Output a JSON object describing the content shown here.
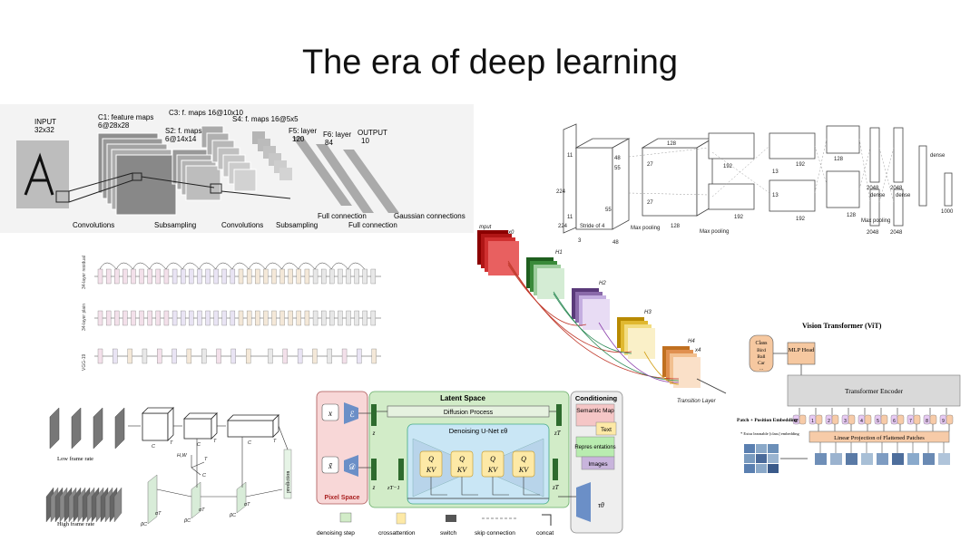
{
  "slide": {
    "title": "The era of deep learning"
  },
  "lenet": {
    "labels": {
      "input": "INPUT",
      "input_size": "32x32",
      "c1": "C1: feature maps",
      "c1_size": "6@28x28",
      "s2": "S2: f. maps",
      "s2_size": "6@14x14",
      "c3": "C3: f. maps 16@10x10",
      "s4": "S4: f. maps 16@5x5",
      "f5": "F5: layer",
      "f5_size": "120",
      "f6": "F6: layer",
      "f6_size": "84",
      "output": "OUTPUT",
      "output_size": "10"
    },
    "bottom": [
      "Convolutions",
      "Subsampling",
      "Convolutions",
      "Subsampling",
      "Full connection",
      "Full connection",
      "Gaussian connections"
    ]
  },
  "alexnet": {
    "labels": {
      "dims_224": "224",
      "dims_224b": "224",
      "dims_11": "11",
      "dims_11b": "11",
      "stride": "Stride of 4",
      "three": "3",
      "dims_55": "55",
      "dims_55b": "55",
      "d48": "48",
      "d48b": "48",
      "d128": "128",
      "d128b": "128",
      "d192": "192",
      "d192b": "192",
      "d192c": "192",
      "d192d": "192",
      "d128c": "128",
      "d128d": "128",
      "d13": "13",
      "d13b": "13",
      "d27": "27",
      "d27b": "27",
      "d2048": "2048",
      "d2048b": "2048",
      "d2048c": "2048",
      "d2048d": "2048",
      "d1000": "1000",
      "maxpool1": "Max pooling",
      "maxpool2": "Max pooling",
      "maxpool3": "Max pooling",
      "dense1": "dense",
      "dense2": "dense",
      "dense3": "dense"
    }
  },
  "resnet": {
    "row_labels": [
      "34-layer residual",
      "34-layer plain",
      "VGG-19"
    ]
  },
  "densenet": {
    "labels": {
      "input": "Input",
      "h1": "H1",
      "h2": "H2",
      "h3": "H3",
      "h4": "H4",
      "x0": "x0",
      "x4": "x4",
      "transition": "Transition Layer"
    }
  },
  "vit": {
    "title": "Vision Transformer (ViT)",
    "class_box": {
      "title": "Class",
      "items": [
        "Bird",
        "Ball",
        "Car",
        "..."
      ]
    },
    "mlp_head": "MLP Head",
    "encoder": "Transformer Encoder",
    "patch_label": "Patch + Position Embedding",
    "patch_note": "* Extra learnable [class] embedding",
    "linear_proj": "Linear Projection of Flattened Patches",
    "tokens": [
      "0*",
      "1",
      "2",
      "3",
      "4",
      "5",
      "6",
      "7",
      "8",
      "9"
    ]
  },
  "video": {
    "low_frame": "Low frame rate",
    "high_frame": "High frame rate",
    "prediction": "prediction",
    "axes": {
      "hw": "H,W",
      "t": "T",
      "c": "C"
    },
    "labels": {
      "c1": "C",
      "t1": "T",
      "c2": "C",
      "t2": "T",
      "c3": "C",
      "t3": "T",
      "bc1": "βC",
      "at1": "αT",
      "bc2": "βC",
      "at2": "αT",
      "bc3": "βC",
      "at3": "αT"
    }
  },
  "ldm": {
    "latent_space": "Latent Space",
    "diffusion_process": "Diffusion Process",
    "denoising_unet": "Denoising U-Net εθ",
    "pixel_space": "Pixel Space",
    "conditioning": "Conditioning",
    "cond_items": [
      "Semantic Map",
      "Text",
      "Repres entations",
      "Images"
    ],
    "x": "x",
    "x_tilde": "x̃",
    "enc": "ℰ",
    "dec": "𝒟",
    "z": "z",
    "zT": "zT",
    "zT2": "zT",
    "zT1": "zT−1",
    "tau": "τθ",
    "qkv": [
      "Q K V",
      "Q K V",
      "Q K V",
      "Q K V"
    ],
    "legend": [
      "denoising step",
      "crossattention",
      "switch",
      "skip connection",
      "concat"
    ]
  },
  "colors": {
    "pixel_bg": "#f8d7d7",
    "latent_bg": "#d2ecc8",
    "unet_bg": "#c9e6f5",
    "semantic": "#f5c6c6",
    "text": "#fde9a6",
    "repres": "#b9ecb0",
    "images": "#c8b4dc",
    "vit_class": "#f6c8a0",
    "vit_token": "#e6c9f2",
    "vit_embed": "#f7cba8"
  }
}
